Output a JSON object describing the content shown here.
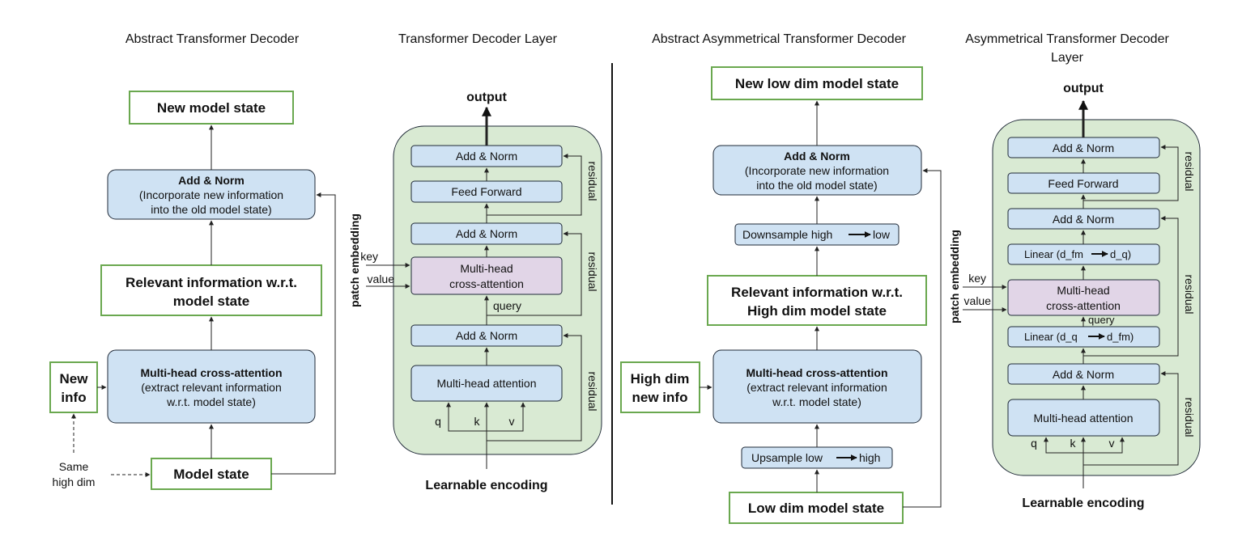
{
  "colors": {
    "blue_fill": "#cfe2f3",
    "purple_fill": "#e1d5e7",
    "green_fill": "#d9ead3",
    "green_border": "#6aa84f",
    "dark_border": "#1f2937"
  },
  "panel1": {
    "title": "Abstract Transformer Decoder",
    "new_state": "New model state",
    "addnorm_title": "Add & Norm",
    "addnorm_l1": "(Incorporate new information",
    "addnorm_l2": "into the old model state)",
    "relevant_l1": "Relevant information w.r.t.",
    "relevant_l2": "model state",
    "mhca_title": "Multi-head cross-attention",
    "mhca_l1": "(extract relevant information",
    "mhca_l2": "w.r.t. model state)",
    "new_info_l1": "New",
    "new_info_l2": "info",
    "same_l1": "Same",
    "same_l2": "high dim",
    "model_state": "Model state"
  },
  "panel2": {
    "title": "Transformer Decoder Layer",
    "output": "output",
    "addnorm": "Add & Norm",
    "feed_forward": "Feed Forward",
    "mhca_l1": "Multi-head",
    "mhca_l2": "cross-attention",
    "mha": "Multi-head attention",
    "key": "key",
    "value": "value",
    "query": "query",
    "residual": "residual",
    "patch_embedding": "patch embedding",
    "q": "q",
    "k": "k",
    "v": "v",
    "learnable": "Learnable encoding"
  },
  "panel3": {
    "title": "Abstract Asymmetrical Transformer Decoder",
    "new_state": "New low dim model state",
    "addnorm_title": "Add & Norm",
    "addnorm_l1": "(Incorporate new information",
    "addnorm_l2": "into the old model state)",
    "downsample": "Downsample high",
    "downsample_to": "low",
    "relevant_l1": "Relevant information w.r.t.",
    "relevant_l2": "High dim model state",
    "mhca_title": "Multi-head cross-attention",
    "mhca_l1": "(extract relevant information",
    "mhca_l2": "w.r.t. model state)",
    "new_info_l1": "High dim",
    "new_info_l2": "new info",
    "upsample": "Upsample low",
    "upsample_to": "high",
    "model_state": "Low dim model state"
  },
  "panel4": {
    "title_l1": "Asymmetrical Transformer Decoder",
    "title_l2": "Layer",
    "output": "output",
    "addnorm": "Add & Norm",
    "feed_forward": "Feed Forward",
    "linear_top": "Linear (d_fm",
    "linear_top_to": "d_q)",
    "mhca_l1": "Multi-head",
    "mhca_l2": "cross-attention",
    "linear_bot": "Linear (d_q",
    "linear_bot_to": "d_fm)",
    "mha": "Multi-head attention",
    "key": "key",
    "value": "value",
    "query": "query",
    "residual": "residual",
    "patch_embedding": "patch embedding",
    "q": "q",
    "k": "k",
    "v": "v",
    "learnable": "Learnable encoding"
  }
}
